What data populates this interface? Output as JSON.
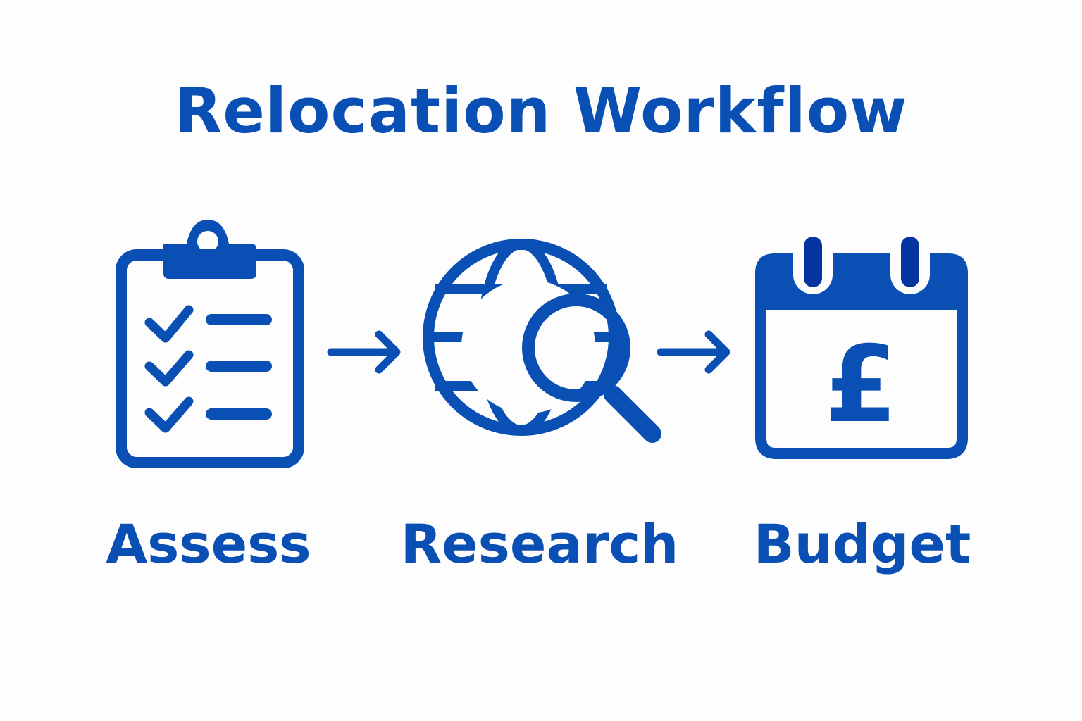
{
  "title": "Relocation Workflow",
  "colors": {
    "primary": "#0a4fb4",
    "accent_dark": "#0533a0",
    "background": "#fdfdfd"
  },
  "steps": [
    {
      "label": "Assess",
      "icon": "clipboard-checklist-icon"
    },
    {
      "label": "Research",
      "icon": "globe-search-icon"
    },
    {
      "label": "Budget",
      "icon": "calendar-pound-icon"
    }
  ],
  "budget_symbol": "£"
}
